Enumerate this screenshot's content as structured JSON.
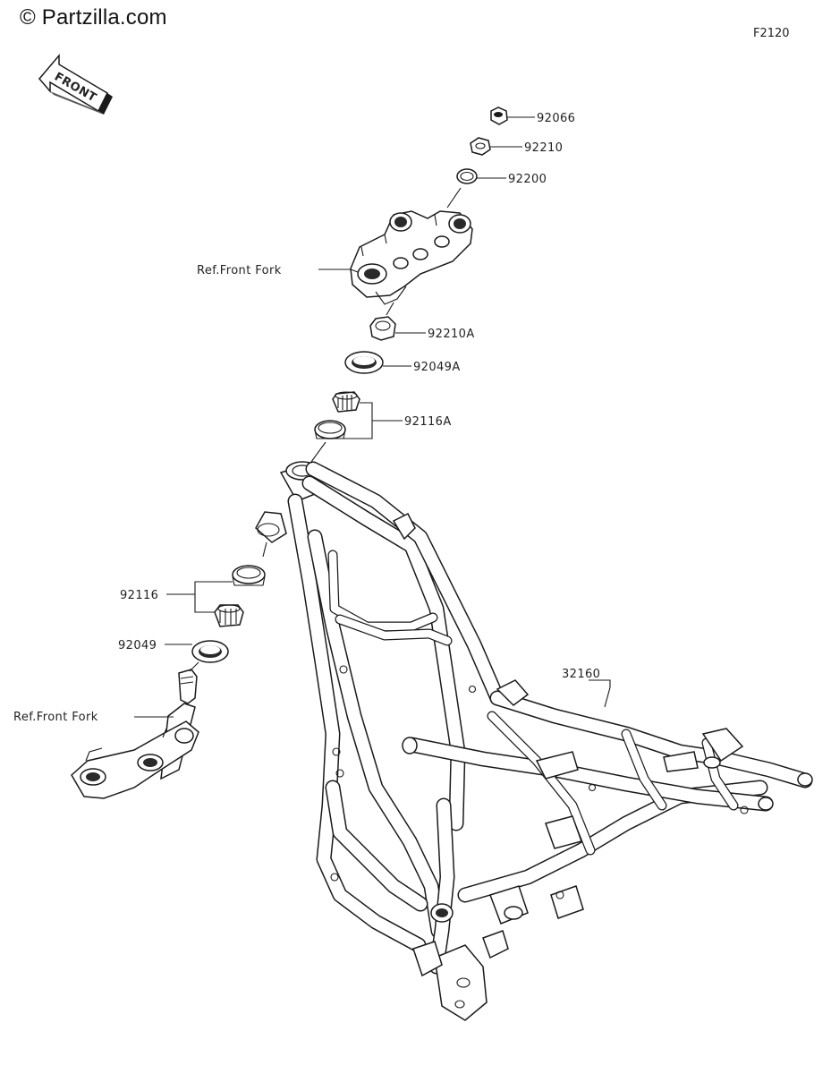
{
  "watermark": "© Partzilla.com",
  "figure_code": "F2120",
  "front_label": "FRONT",
  "callouts": {
    "p92066": "92066",
    "p92210": "92210",
    "p92200": "92200",
    "ref_front_fork_upper": "Ref.Front Fork",
    "p92210A": "92210A",
    "p92049A": "92049A",
    "p92116A": "92116A",
    "p92116": "92116",
    "p92049": "92049",
    "ref_front_fork_lower": "Ref.Front Fork",
    "p32160": "32160"
  },
  "colors": {
    "line": "#1a1a1a",
    "background": "#ffffff"
  }
}
